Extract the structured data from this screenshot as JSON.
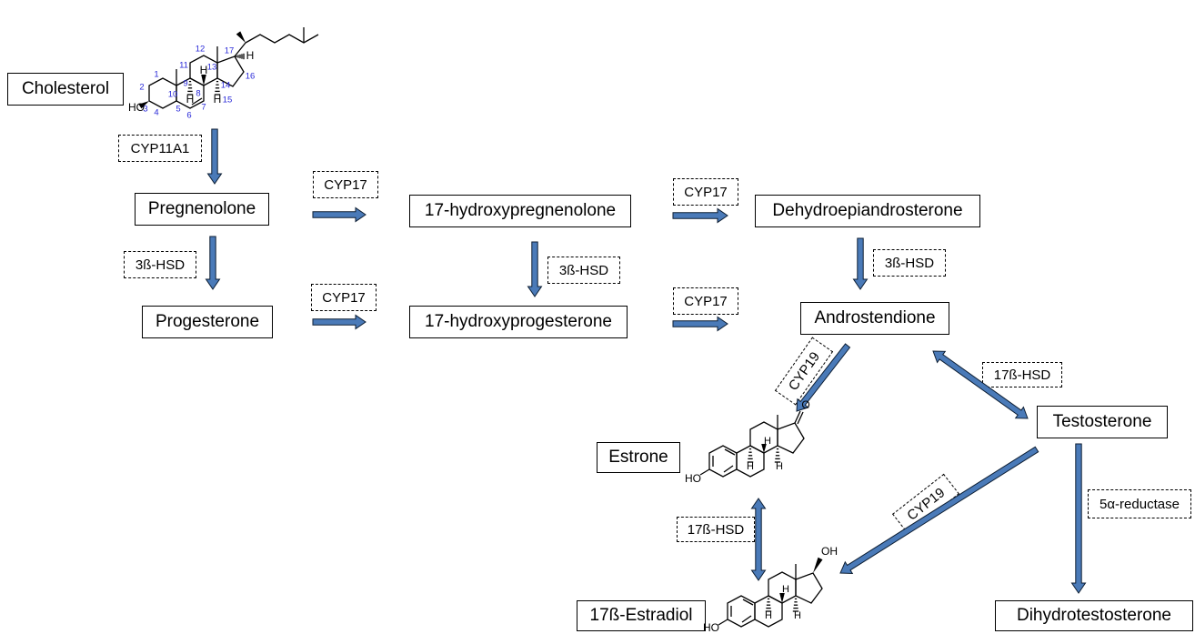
{
  "compounds": {
    "cholesterol": "Cholesterol",
    "pregnenolone": "Pregnenolone",
    "progesterone": "Progesterone",
    "hydroxypregnenolone": "17-hydroxypregnenolone",
    "hydroxyprogesterone": "17-hydroxyprogesterone",
    "dhea": "Dehydroepiandrosterone",
    "androstendione": "Androstendione",
    "testosterone": "Testosterone",
    "estrone": "Estrone",
    "estradiol": "17ß-Estradiol",
    "dht": "Dihydrotestosterone"
  },
  "enzymes": {
    "cyp11a1": "CYP11A1",
    "cyp17_a": "CYP17",
    "cyp17_b": "CYP17",
    "cyp17_c": "CYP17",
    "cyp17_d": "CYP17",
    "hsd3b_a": "3ß-HSD",
    "hsd3b_b": "3ß-HSD",
    "hsd3b_c": "3ß-HSD",
    "cyp19_a": "CYP19",
    "cyp19_b": "CYP19",
    "hsd17b_a": "17ß-HSD",
    "hsd17b_b": "17ß-HSD",
    "reductase": "5α-reductase"
  },
  "structures": {
    "cholesterol": {
      "atom_numbers": [
        "1",
        "2",
        "3",
        "4",
        "5",
        "6",
        "7",
        "8",
        "9",
        "10",
        "11",
        "12",
        "13",
        "14",
        "15",
        "16",
        "17"
      ],
      "atoms": {
        "hydroxyl": "HO",
        "h9": "H",
        "h8": "H",
        "h14": "H",
        "h17": "H"
      }
    },
    "estrone": {
      "atoms": {
        "ketone": "O",
        "hydroxyl": "HO",
        "h9": "H",
        "h8": "H",
        "h14": "H"
      }
    },
    "estradiol": {
      "atoms": {
        "hydroxyl17": "OH",
        "hydroxyl3": "HO",
        "h9": "H",
        "h8": "H",
        "h14": "H"
      }
    }
  },
  "colors": {
    "arrow_fill": "#4a7ab8",
    "arrow_stroke": "#0d1e33",
    "atom_number": "#2a2ad8",
    "line": "#000000"
  }
}
